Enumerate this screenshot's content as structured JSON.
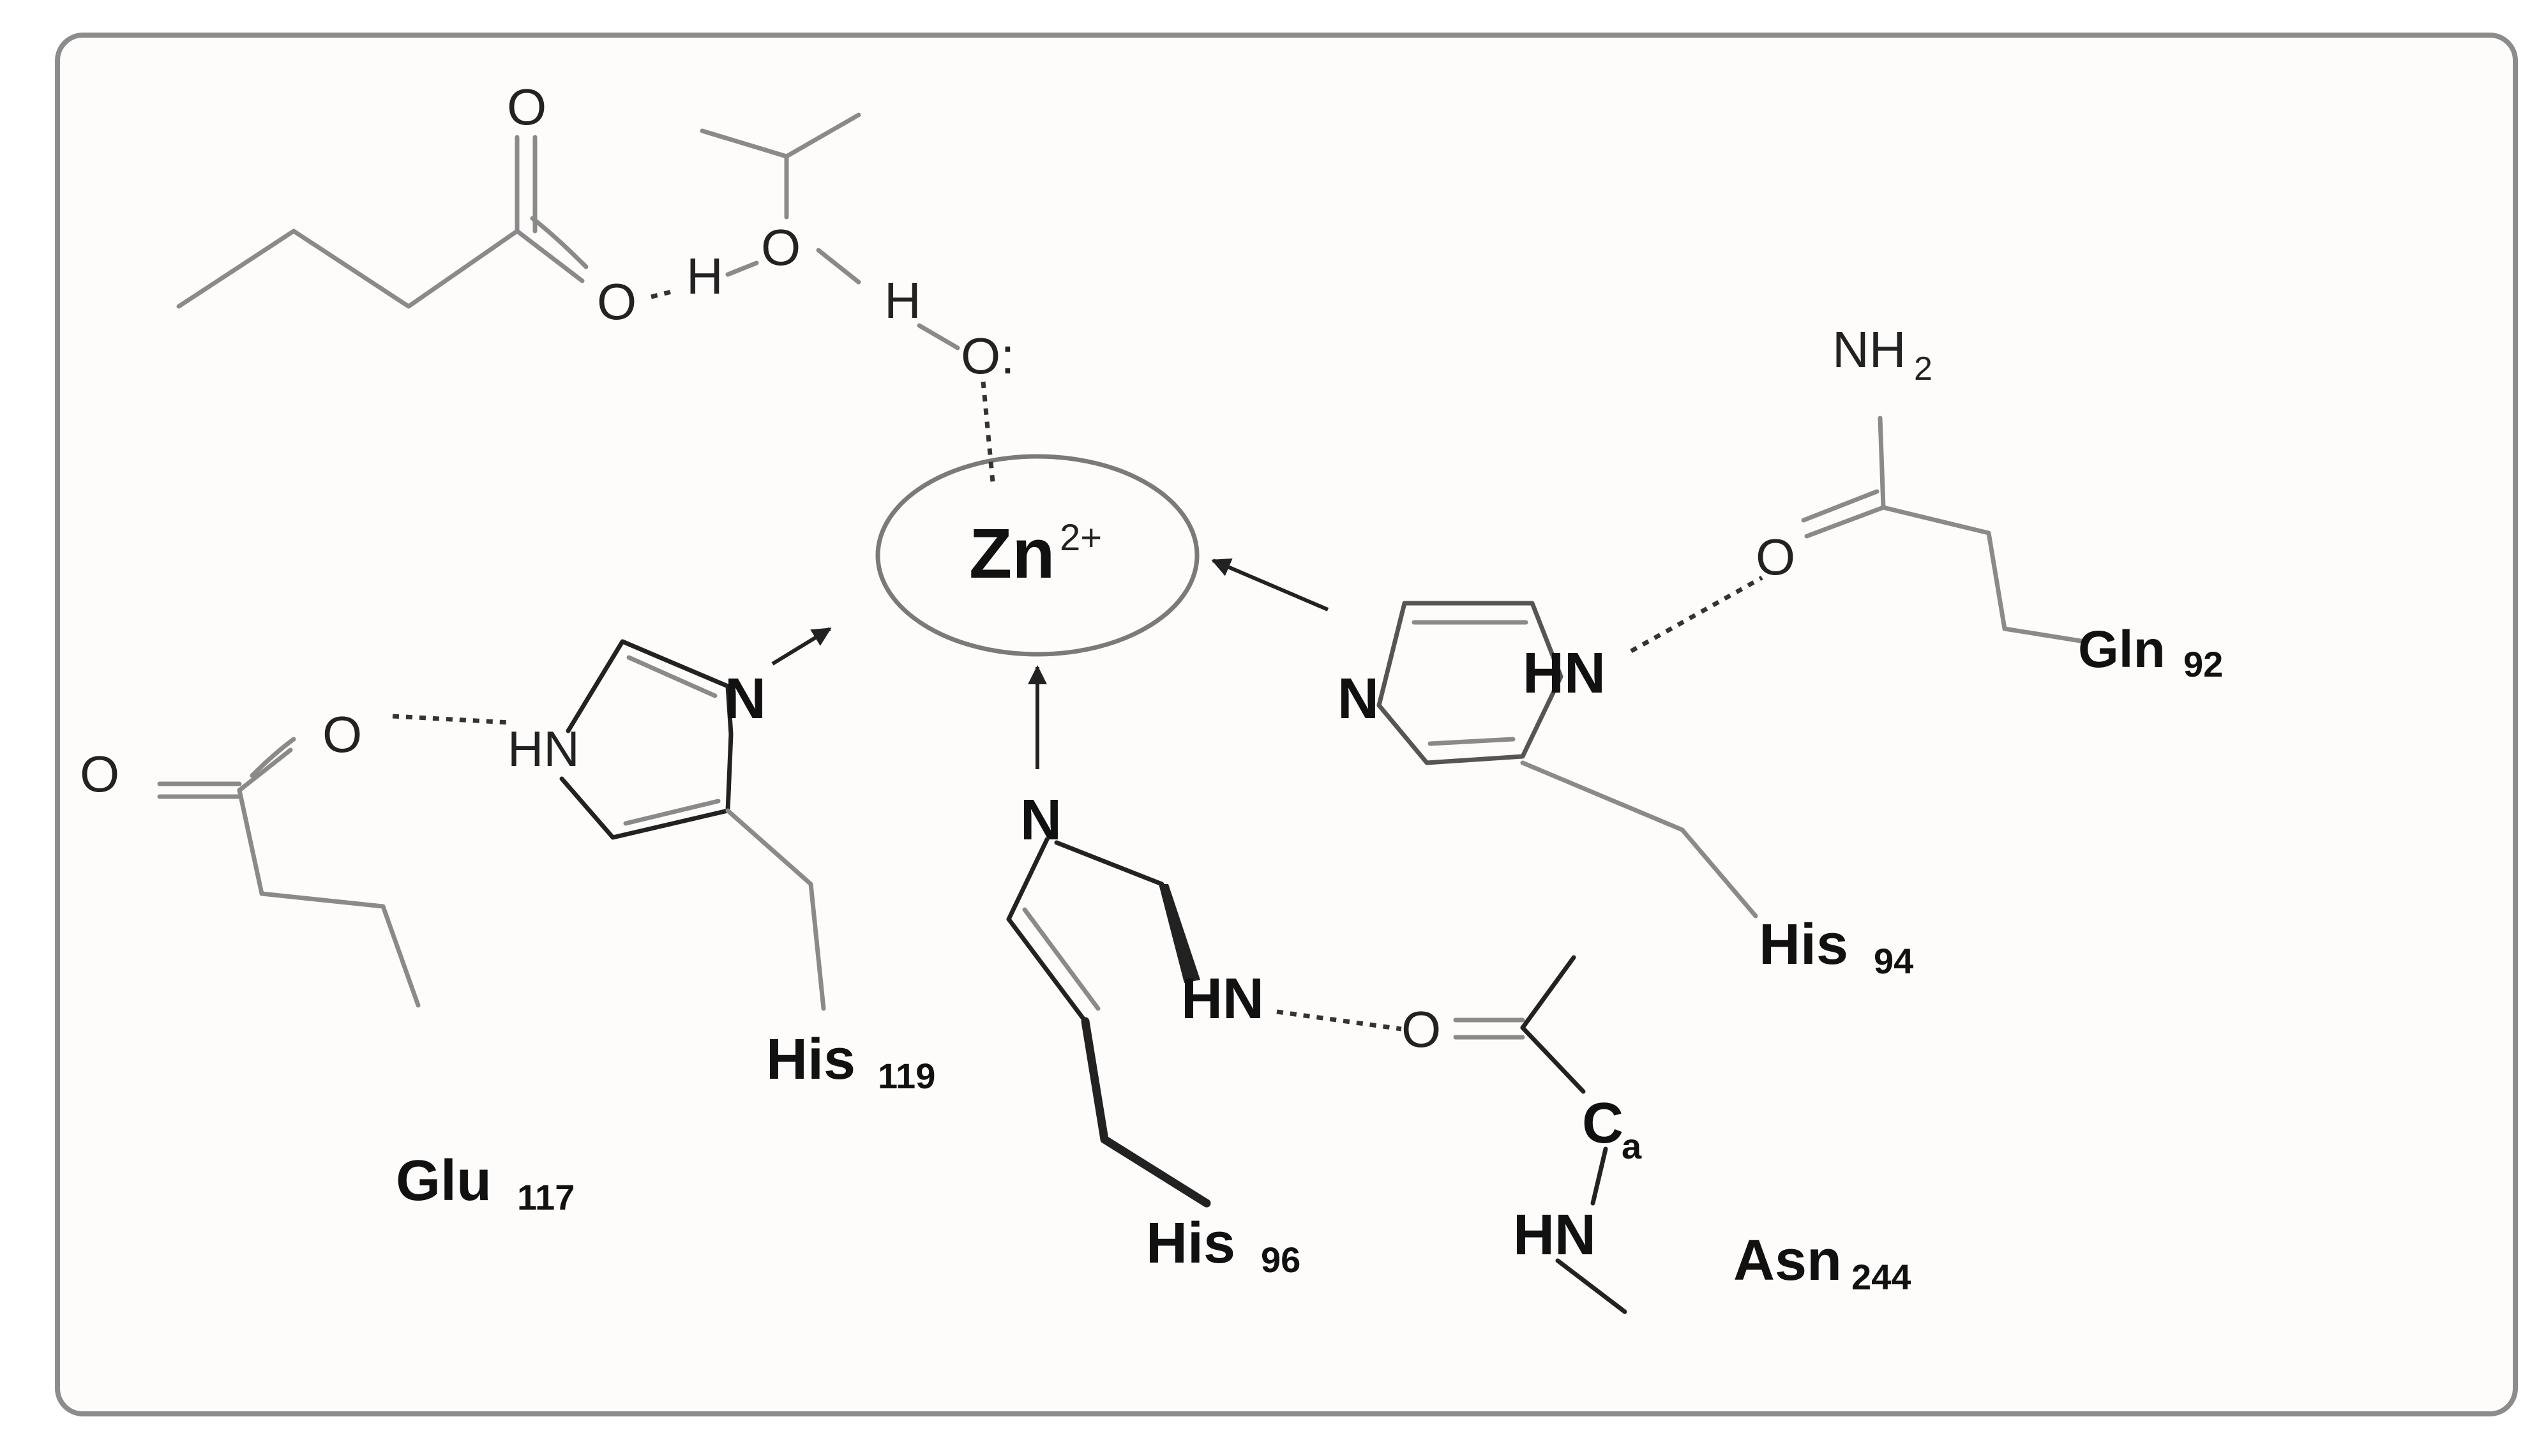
{
  "metal": {
    "symbol": "Zn",
    "charge": "2+"
  },
  "atoms": {
    "O": "O",
    "O_lone": "O:",
    "H": "H",
    "N": "N",
    "HN": "HN",
    "NH": "NH",
    "sub2": "2",
    "C": "C",
    "sub_a": "a"
  },
  "residues": {
    "glu117": {
      "name": "Glu",
      "number": "117"
    },
    "his119": {
      "name": "His",
      "number": "119"
    },
    "his96": {
      "name": "His",
      "number": "96"
    },
    "his94": {
      "name": "His",
      "number": "94"
    },
    "gln92": {
      "name": "Gln",
      "number": "92"
    },
    "asn244": {
      "name": "Asn",
      "number": "244"
    }
  },
  "colors": {
    "frame": "#8c8c8c",
    "panel": "#fdfcfa",
    "bond": "#8a8a8a",
    "ink": "#111111"
  }
}
